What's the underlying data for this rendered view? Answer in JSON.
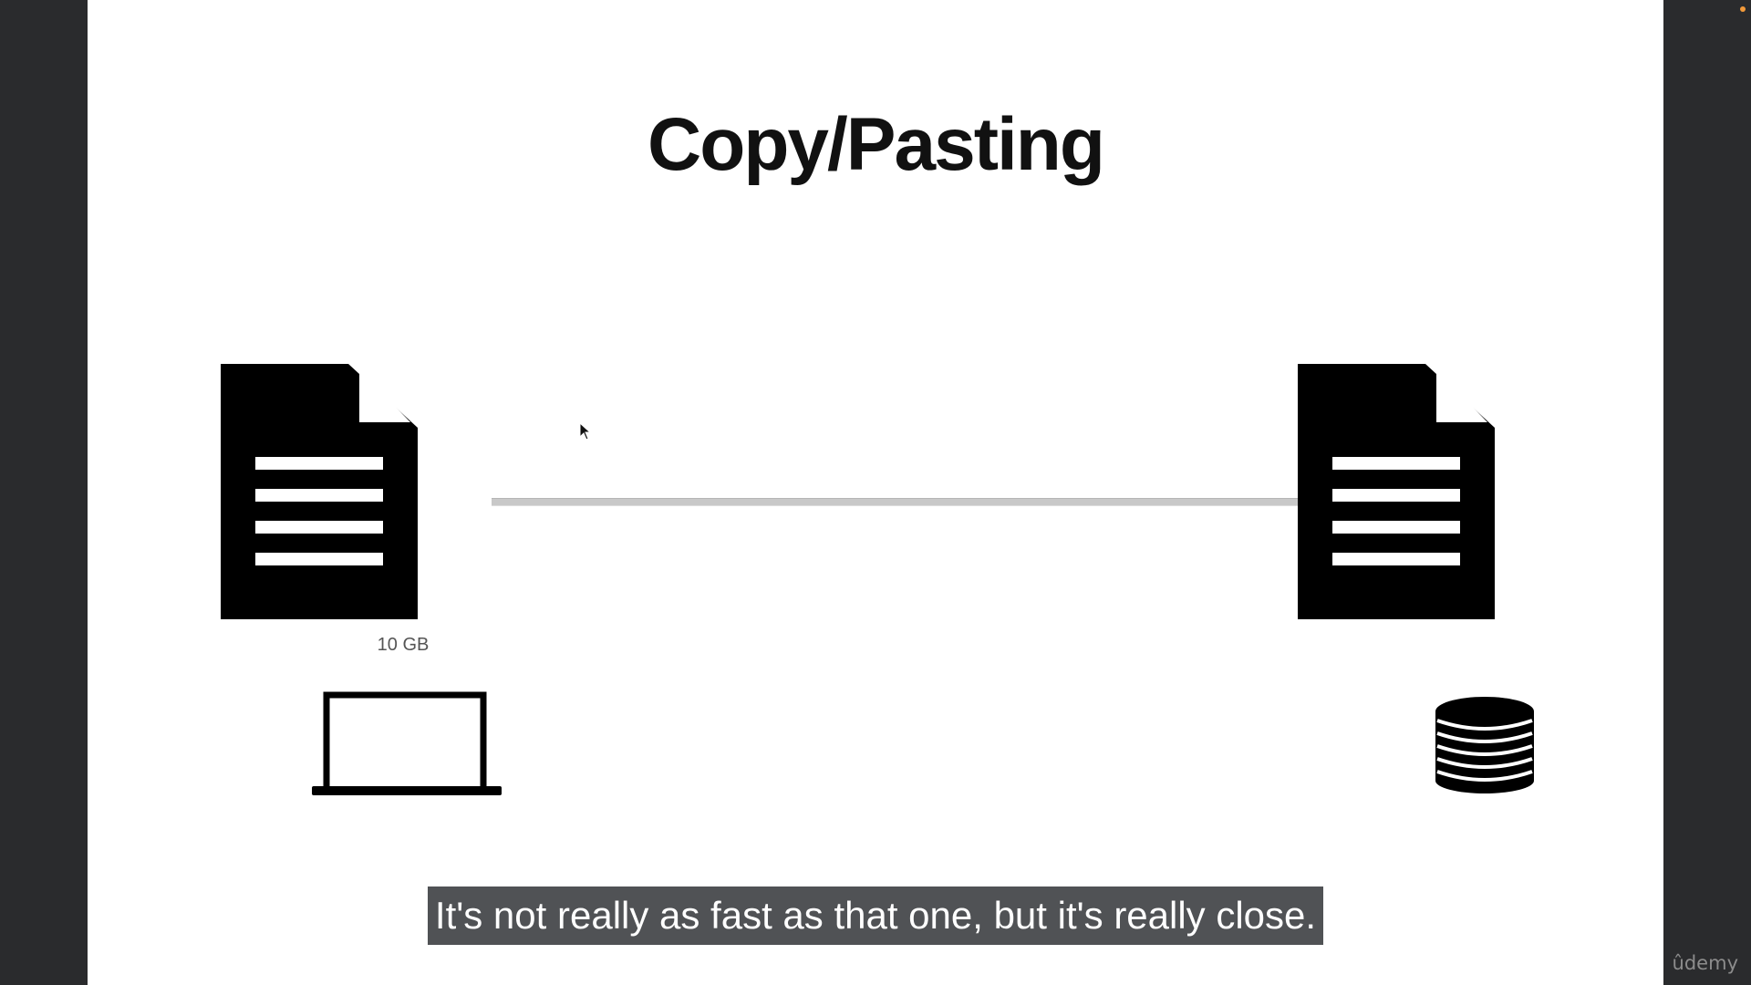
{
  "slide": {
    "title": "Copy/Pasting",
    "source_file_size": "10 GB",
    "icons": {
      "source_file": "document-icon",
      "destination_file": "document-icon",
      "source_device": "laptop-icon",
      "destination_device": "database-icon"
    }
  },
  "caption": {
    "text": "It's not really as fast as that one, but it's really close."
  },
  "watermark": {
    "text": "ûdemy"
  },
  "colors": {
    "background": "#2a2b2d",
    "slide": "#ffffff",
    "icon": "#000000",
    "transfer_line": "#c8c8c8",
    "caption_bg": "#505255",
    "indicator_dot": "#f29a3a"
  }
}
